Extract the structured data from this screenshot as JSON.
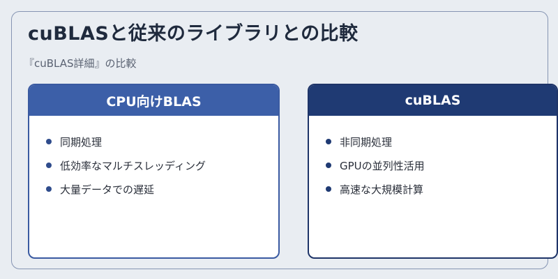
{
  "header": {
    "title": "cuBLASと従来のライブラリとの比較",
    "subtitle": "『cuBLAS詳細』の比較"
  },
  "cards": [
    {
      "title": "CPU向けBLAS",
      "items": [
        "同期処理",
        "低効率なマルチスレッディング",
        "大量データでの遅延"
      ]
    },
    {
      "title": "cuBLAS",
      "items": [
        "非同期処理",
        "GPUの並列性活用",
        "高速な大規模計算"
      ]
    }
  ],
  "colors": {
    "left_header": "#3c5fa8",
    "right_header": "#1f3a73",
    "background": "#e9edf2"
  }
}
